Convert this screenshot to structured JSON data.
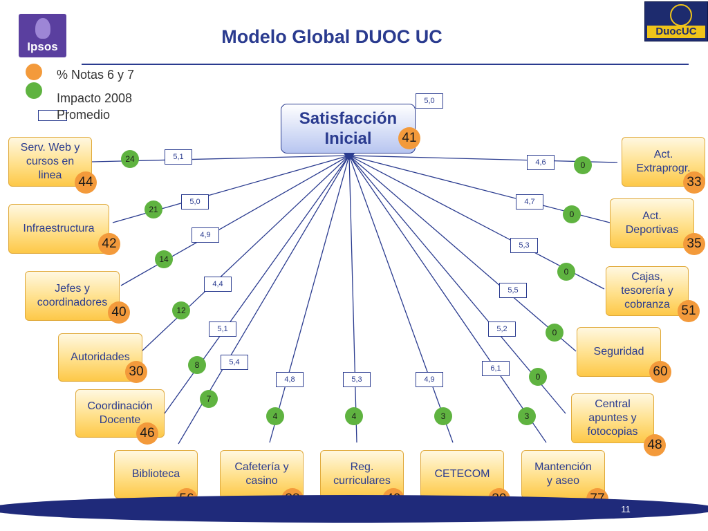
{
  "title": "Modelo Global DUOC UC",
  "logos": {
    "left": "Ipsos",
    "right": "DuocUC"
  },
  "legend": {
    "orange": "% Notas 6 y 7",
    "green": "Impacto 2008",
    "box": "Promedio"
  },
  "center": {
    "label_line1": "Satisfacción",
    "label_line2": "Inicial",
    "pct": "41",
    "avg": "5,0"
  },
  "left_nodes": [
    {
      "id": "serv-web",
      "lines": [
        "Serv. Web y",
        "cursos en",
        "linea"
      ],
      "pct": "44",
      "impact": "24",
      "avg": "5,1"
    },
    {
      "id": "infraestructura",
      "lines": [
        "Infraestructura"
      ],
      "pct": "42",
      "impact": "21",
      "avg": "5,0"
    },
    {
      "id": "jefes",
      "lines": [
        "Jefes y",
        "coordinadores"
      ],
      "pct": "40",
      "impact": "14",
      "avg": "4,9"
    },
    {
      "id": "autoridades",
      "lines": [
        "Autoridades"
      ],
      "pct": "30",
      "impact": "12",
      "avg": "4,4"
    },
    {
      "id": "coordinacion",
      "lines": [
        "Coordinación",
        "Docente"
      ],
      "pct": "46",
      "impact": "8",
      "avg": "5,1"
    },
    {
      "id": "biblioteca",
      "lines": [
        "Biblioteca"
      ],
      "pct": "56",
      "impact": "7",
      "avg": "5,4"
    }
  ],
  "bottom_nodes": [
    {
      "id": "cafeteria",
      "lines": [
        "Cafetería y",
        "casino"
      ],
      "pct": "38",
      "impact": "4",
      "avg": "4,8"
    },
    {
      "id": "reg-curriculares",
      "lines": [
        "Reg.",
        "curriculares"
      ],
      "pct": "49",
      "impact": "4",
      "avg": "5,3"
    },
    {
      "id": "cetecom",
      "lines": [
        "CETECOM"
      ],
      "pct": "39",
      "impact": "3",
      "avg": "4,9"
    },
    {
      "id": "mantencion",
      "lines": [
        "Mantención",
        "y aseo"
      ],
      "pct": "77",
      "impact": "3",
      "avg": "6,1"
    }
  ],
  "right_nodes": [
    {
      "id": "act-extraprogr",
      "lines": [
        "Act.",
        "Extraprogr."
      ],
      "pct": "33",
      "impact": "0",
      "avg": "4,6"
    },
    {
      "id": "act-deportivas",
      "lines": [
        "Act.",
        "Deportivas"
      ],
      "pct": "35",
      "impact": "0",
      "avg": "4,7"
    },
    {
      "id": "cajas",
      "lines": [
        "Cajas,",
        "tesorería y",
        "cobranza"
      ],
      "pct": "51",
      "impact": "0",
      "avg": "5,3"
    },
    {
      "id": "seguridad",
      "lines": [
        "Seguridad"
      ],
      "pct": "60",
      "impact": "0",
      "avg": "5,5"
    },
    {
      "id": "central-apuntes",
      "lines": [
        "Central",
        "apuntes y",
        "fotocopias"
      ],
      "pct": "48",
      "impact": "0",
      "avg": "5,2"
    }
  ],
  "page_number": "11",
  "colors": {
    "title": "#2a3b8f",
    "pct_circle": "#f39a3b",
    "impact_circle": "#5fb340",
    "node_fill": "#ffe08a",
    "footer": "#1f2a7a"
  }
}
